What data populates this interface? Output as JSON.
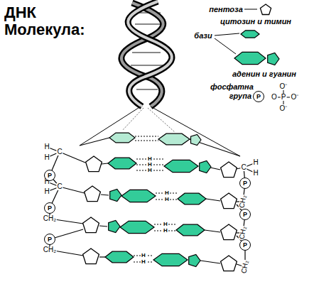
{
  "diagram": {
    "title": "ДНК Молекула:",
    "nodes": [
      {
        "text": [
          "P"
        ]
      },
      {
        "text": [
          "P"
        ]
      },
      {
        "text": [
          "P"
        ]
      },
      {
        "text": [
          "P"
        ]
      },
      {
        "text": [
          "P"
        ]
      },
      {
        "text": [
          "P"
        ]
      },
      {
        "text": [
          "P"
        ]
      }
    ],
    "labels": [
      "бази",
      "O⁻",
      "O",
      "P",
      "O⁻",
      "O⁻",
      "H",
      "C",
      "H",
      "H",
      "C",
      "H",
      "CH₂",
      "CH₂",
      "H",
      "C",
      "H",
      "CH₂",
      "CH₂",
      "CH₂",
      "H",
      "H",
      "H",
      "H",
      "H",
      "H",
      "H",
      "H",
      "H"
    ],
    "legend": [
      {
        "text": "пентоза"
      },
      {
        "text": "цитозин и тимин"
      },
      {
        "text": "аденин и гуанин"
      },
      {
        "text": "фосфатна група"
      }
    ]
  }
}
